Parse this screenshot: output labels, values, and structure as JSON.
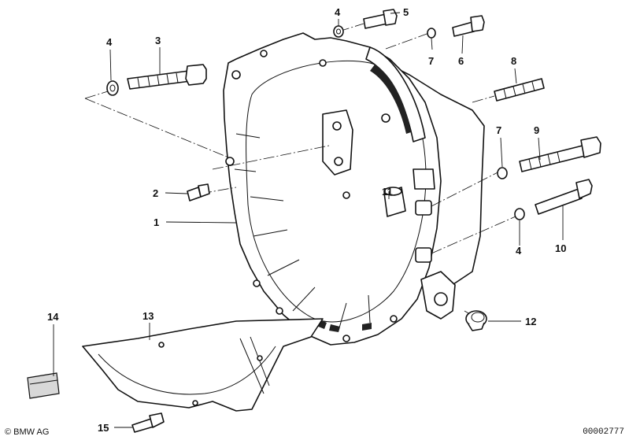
{
  "diagram": {
    "callouts": [
      {
        "id": "c1",
        "label": "1"
      },
      {
        "id": "c2",
        "label": "2"
      },
      {
        "id": "c3",
        "label": "3"
      },
      {
        "id": "c4a",
        "label": "4"
      },
      {
        "id": "c4b",
        "label": "4"
      },
      {
        "id": "c4c",
        "label": "4"
      },
      {
        "id": "c5",
        "label": "5"
      },
      {
        "id": "c6",
        "label": "6"
      },
      {
        "id": "c7a",
        "label": "7"
      },
      {
        "id": "c7b",
        "label": "7"
      },
      {
        "id": "c8",
        "label": "8"
      },
      {
        "id": "c9",
        "label": "9"
      },
      {
        "id": "c10",
        "label": "10"
      },
      {
        "id": "c11",
        "label": "11"
      },
      {
        "id": "c12",
        "label": "12"
      },
      {
        "id": "c13",
        "label": "13"
      },
      {
        "id": "c14",
        "label": "14"
      },
      {
        "id": "c15",
        "label": "15"
      }
    ]
  },
  "footer": {
    "copyright": "© BMW AG",
    "reference": "00002777"
  }
}
